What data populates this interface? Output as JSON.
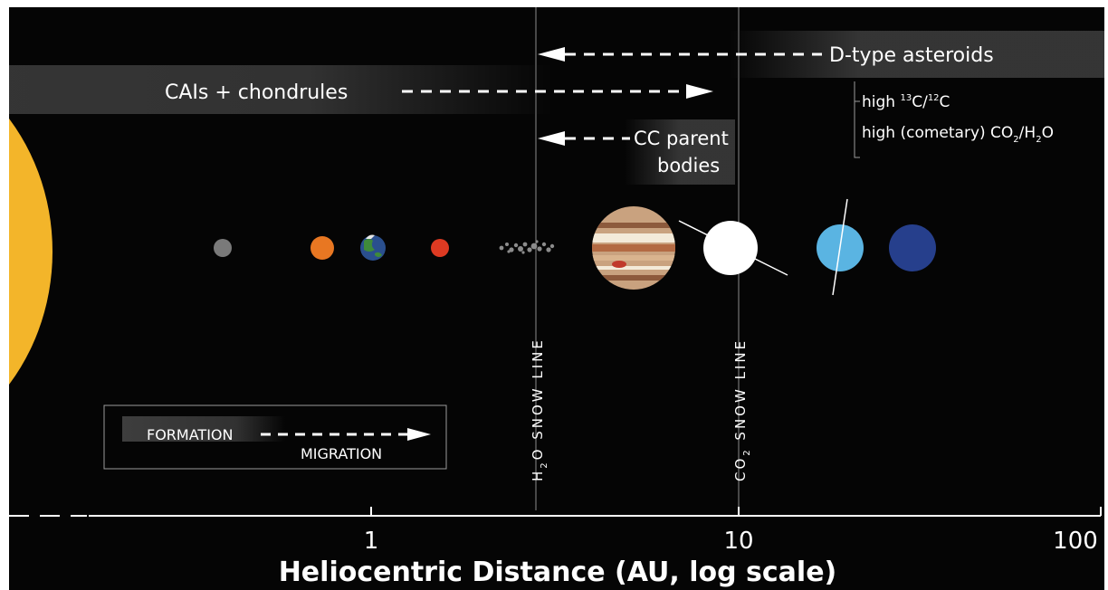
{
  "labels": {
    "cais": "CAIs + chondrules",
    "dtype": "D-type asteroids",
    "high_pre": "high ",
    "c13": "13",
    "c_mid": "C/",
    "c12": "12",
    "c_end": "C",
    "cometary": "high (cometary) CO",
    "co2_sub": "2",
    "slash_h": "/H",
    "h2o_sub": "2",
    "o_end": "O",
    "cc_line1": "CC parent",
    "cc_line2": "bodies",
    "h2o_h": "H",
    "h2o_rest": "O SNOW LINE",
    "co2_co": "CO",
    "co2_rest": " SNOW LINE",
    "legend_formation": "FORMATION",
    "legend_migration": "MIGRATION"
  },
  "axis": {
    "title": "Heliocentric Distance (AU, log scale)",
    "scale": "log",
    "ticks": [
      "1",
      "10",
      "100"
    ]
  },
  "colors": {
    "sun": "#f3b52a",
    "mercury": "#7a7a7a",
    "venus": "#e87722",
    "mars": "#dd3a22",
    "uranus": "#5ab4e2",
    "neptune": "#263f8c",
    "saturn": "#ffffff",
    "jupiter": "#c9a27f"
  },
  "bodies": [
    "sun",
    "mercury",
    "venus",
    "earth",
    "mars",
    "asteroid-belt",
    "jupiter",
    "saturn",
    "uranus",
    "neptune"
  ]
}
